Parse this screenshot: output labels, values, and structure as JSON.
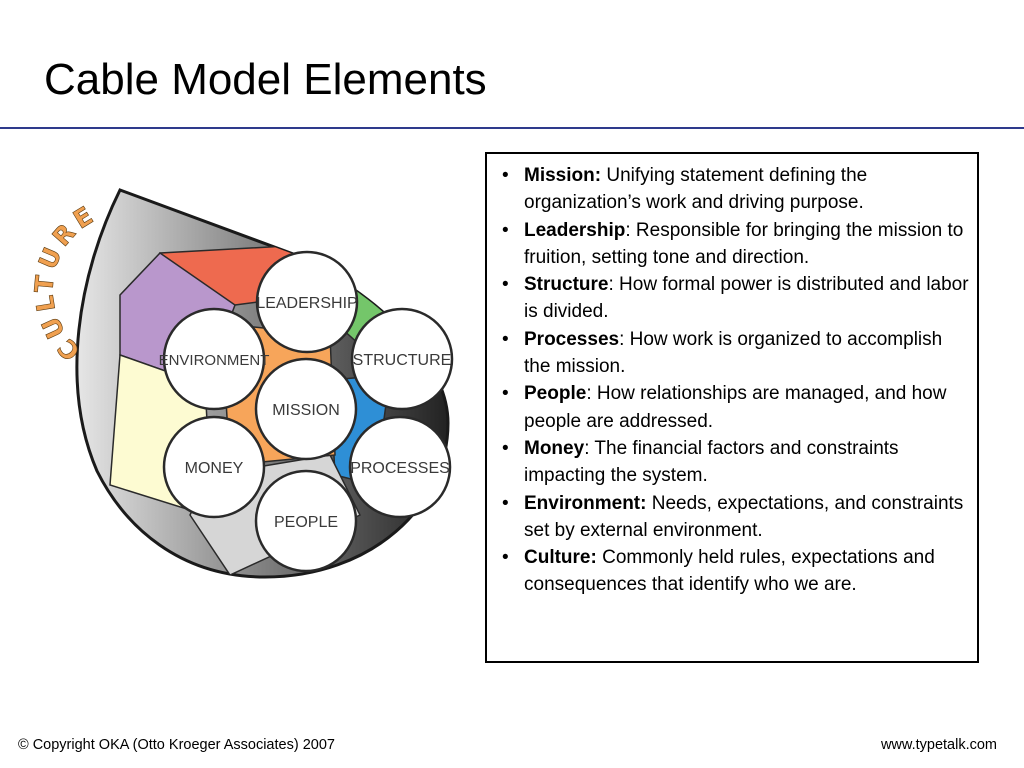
{
  "slide": {
    "title": "Cable Model Elements",
    "accent_color": "#2e3a8c"
  },
  "diagram": {
    "band_label": "CULTURE",
    "circles": [
      {
        "label": "LEADERSHIP"
      },
      {
        "label": "ENVIRONMENT"
      },
      {
        "label": "STRUCTURE"
      },
      {
        "label": "MISSION"
      },
      {
        "label": "MONEY"
      },
      {
        "label": "PROCESSES"
      },
      {
        "label": "PEOPLE"
      }
    ],
    "colors": {
      "leadership_wedge": "#ee6a4f",
      "environment_wedge": "#b997cc",
      "money_wedge": "#fdfbd2",
      "structure_wedge": "#74c66a",
      "processes_wedge": "#2e8fd6",
      "people_wedge": "#d6d6d6",
      "center_wedge": "#f7a55a",
      "culture_text": "#f0a050"
    }
  },
  "definitions": [
    {
      "term": "Mission:",
      "text": " Unifying statement defining the organization’s work and driving purpose."
    },
    {
      "term": "Leadership",
      "text": ": Responsible for bringing the mission to fruition, setting tone and direction."
    },
    {
      "term": "Structure",
      "text": ": How formal power is distributed and labor is divided."
    },
    {
      "term": "Processes",
      "text": ": How work is organized to accomplish the mission."
    },
    {
      "term": "People",
      "text": ": How relationships are managed, and how people are addressed."
    },
    {
      "term": "Money",
      "text": ": The financial factors and constraints impacting the system."
    },
    {
      "term": "Environment:",
      "text": " Needs, expectations, and constraints set by external environment."
    },
    {
      "term": "Culture:",
      "text": " Commonly held rules, expectations and consequences that identify who we are."
    }
  ],
  "footer": {
    "copyright": "© Copyright OKA (Otto Kroeger Associates) 2007",
    "website": "www.typetalk.com"
  }
}
